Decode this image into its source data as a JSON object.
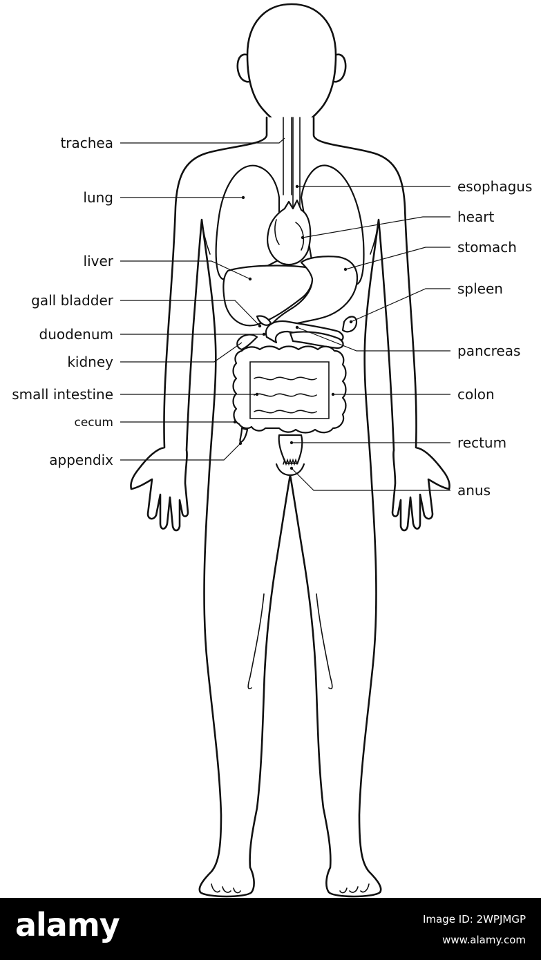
{
  "labels": {
    "trachea": "trachea",
    "lung": "lung",
    "liver": "liver",
    "gall_bladder": "gall bladder",
    "duodenum": "duodenum",
    "kidney": "kidney",
    "small_intestine": "small intestine",
    "cecum": "cecum",
    "appendix": "appendix",
    "esophagus": "esophagus",
    "heart": "heart",
    "stomach": "stomach",
    "spleen": "spleen",
    "pancreas": "pancreas",
    "colon": "colon",
    "rectum": "rectum",
    "anus": "anus"
  },
  "footer": {
    "logo": "alamy",
    "image_id": "Image ID: 2WPJMGP",
    "url": "www.alamy.com"
  },
  "colors": {
    "line": "#111111",
    "background": "#ffffff",
    "footer_bg": "#000000",
    "footer_text": "#ffffff"
  }
}
